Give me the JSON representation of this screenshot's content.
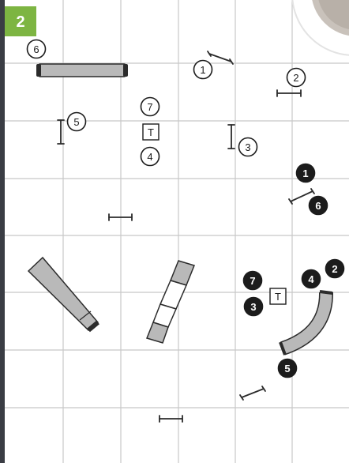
{
  "page": {
    "badge_label": "2",
    "colors": {
      "background": "#3a3d44",
      "grid_paper": "#ffffff",
      "grid_line": "#c7c7c7",
      "badge": "#7db542",
      "equipment_fill": "#b9b9b9",
      "equipment_stroke": "#2b2b2b",
      "marker_dark": "#1c1c1c",
      "marker_light": "#ffffff"
    }
  },
  "course": {
    "outline_markers": [
      {
        "id": "o1",
        "label": "1"
      },
      {
        "id": "o2",
        "label": "2"
      },
      {
        "id": "o3",
        "label": "3"
      },
      {
        "id": "o4",
        "label": "4"
      },
      {
        "id": "o5",
        "label": "5"
      },
      {
        "id": "o6",
        "label": "6"
      },
      {
        "id": "o7",
        "label": "7"
      }
    ],
    "filled_markers": [
      {
        "id": "f1",
        "label": "1"
      },
      {
        "id": "f2",
        "label": "2"
      },
      {
        "id": "f3",
        "label": "3"
      },
      {
        "id": "f4",
        "label": "4"
      },
      {
        "id": "f5",
        "label": "5"
      },
      {
        "id": "f6",
        "label": "6"
      },
      {
        "id": "f7",
        "label": "7"
      }
    ],
    "table_boxes": [
      {
        "id": "t-upper",
        "label": "T"
      },
      {
        "id": "t-lower",
        "label": "T"
      }
    ]
  }
}
